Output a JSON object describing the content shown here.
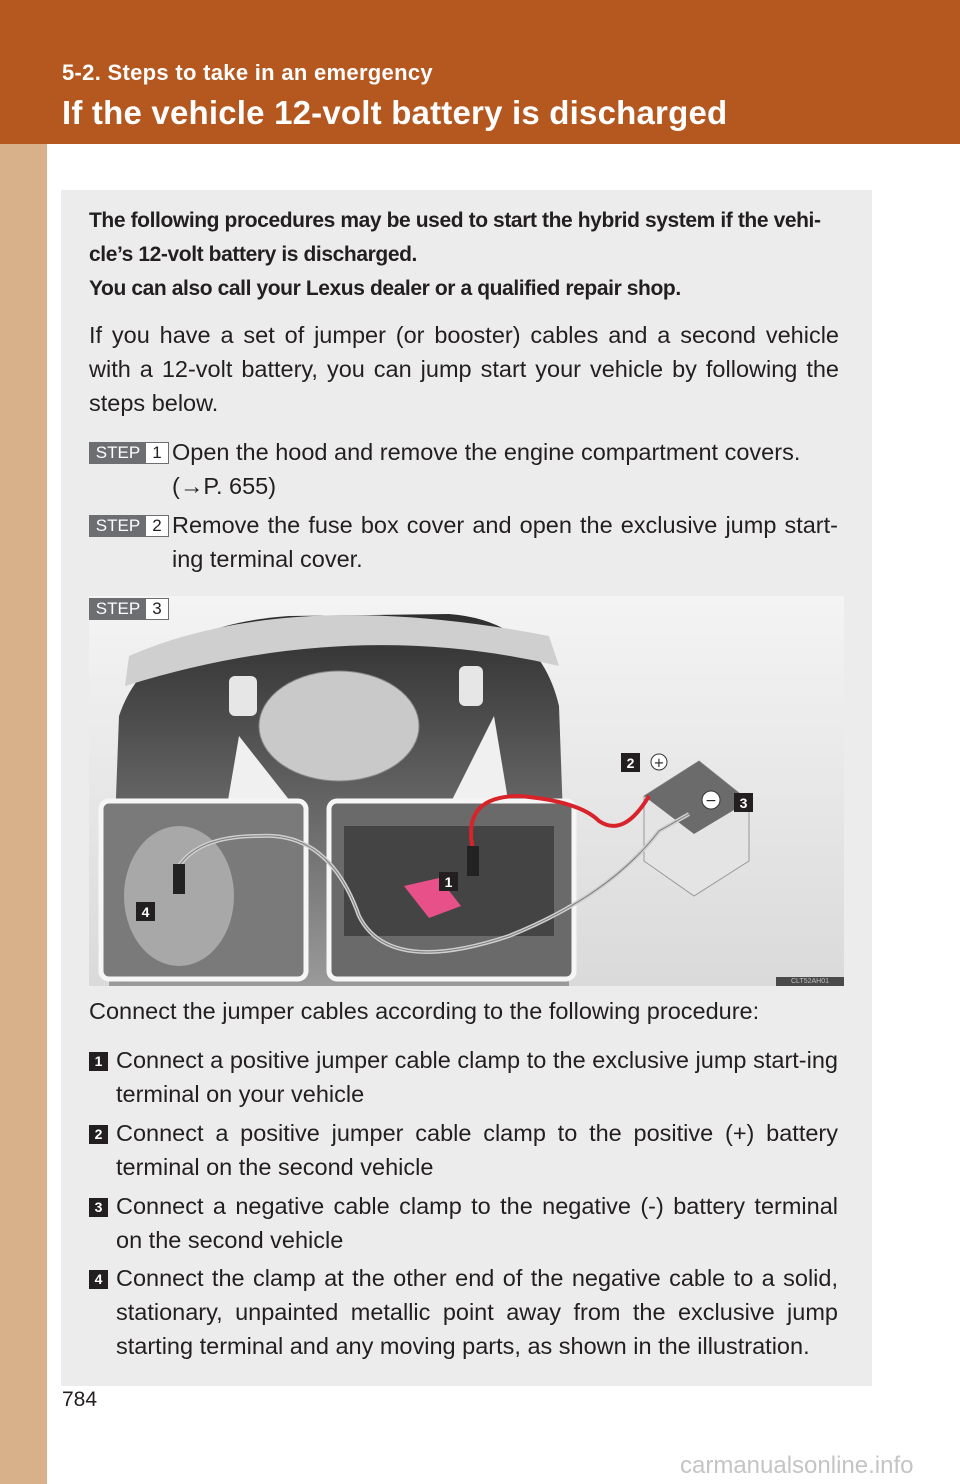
{
  "header": {
    "section": "5-2. Steps to take in an emergency",
    "title": "If the vehicle 12-volt battery is discharged"
  },
  "intro": {
    "line1": "The following procedures may be used to start the hybrid system if the vehi-cle’s 12-volt battery is discharged.",
    "line2": "You can also call your Lexus dealer or a qualified repair shop."
  },
  "paragraph": "If you have a set of jumper (or booster) cables and a second vehicle with a 12-volt battery, you can jump start your vehicle by following the steps below.",
  "steps": [
    {
      "word": "STEP",
      "num": "1",
      "text_a": "Open the hood and remove the engine compartment covers.",
      "text_b": "(→P. 655)"
    },
    {
      "word": "STEP",
      "num": "2",
      "text_a": "Remove the fuse box cover and open the exclusive jump start-ing terminal cover."
    },
    {
      "word": "STEP",
      "num": "3"
    }
  ],
  "illustration": {
    "code": "CLT52AH01",
    "callouts": [
      "1",
      "2",
      "3",
      "4"
    ]
  },
  "connect_intro": "Connect the jumper cables according to the following procedure:",
  "items": [
    {
      "num": "1",
      "text": "Connect a positive jumper cable clamp to the exclusive jump start-ing terminal on your vehicle"
    },
    {
      "num": "2",
      "text": "Connect a positive jumper cable clamp to the positive (+) battery terminal on the second vehicle"
    },
    {
      "num": "3",
      "text": "Connect a negative cable clamp to the negative (-) battery terminal on the second vehicle"
    },
    {
      "num": "4",
      "text": "Connect the clamp at the other end of the negative cable to a solid, stationary, unpainted metallic point away from the exclusive jump starting terminal and any moving parts, as shown in the illustration."
    }
  ],
  "page_number": "784",
  "watermark": "carmanualsonline.info",
  "colors": {
    "header": "#b5581f",
    "side_strip": "#d8b08a",
    "panel": "#ececec",
    "cable_positive": "#d8232a"
  }
}
